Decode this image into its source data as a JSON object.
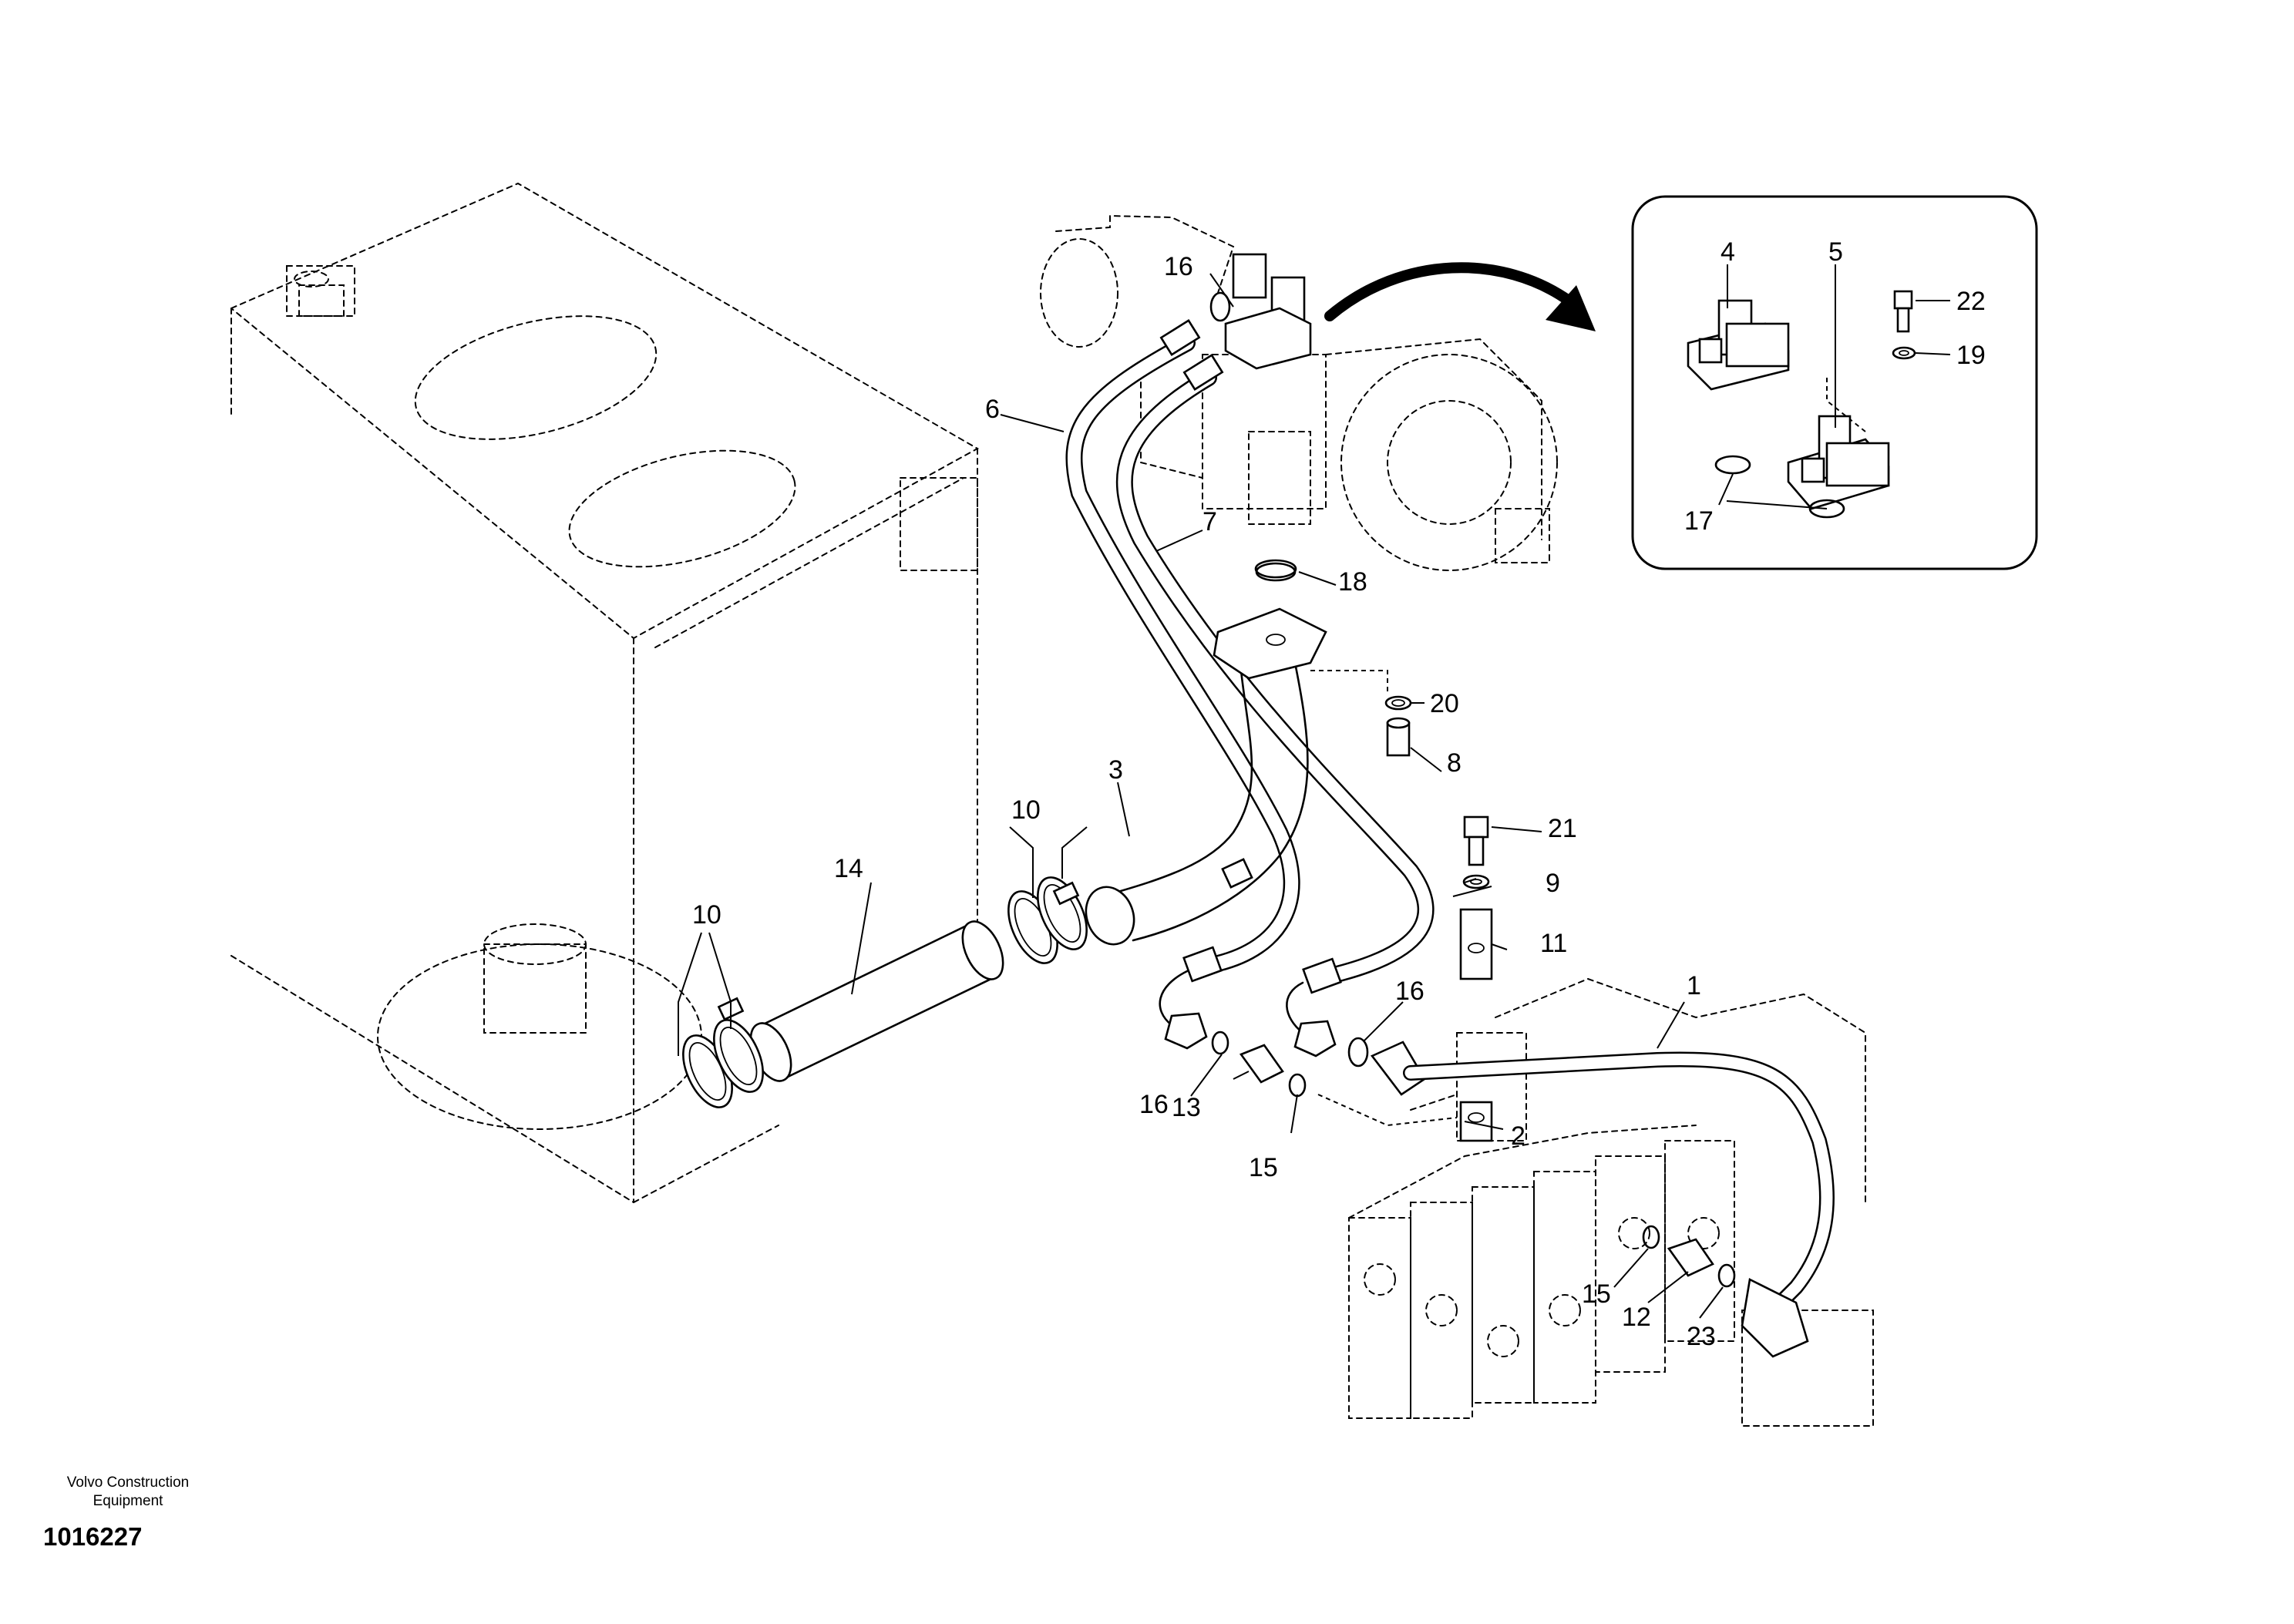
{
  "diagram": {
    "background": "#ffffff",
    "line_color": "#000000",
    "inset_border_color": "#000000"
  },
  "callouts": {
    "p1": "1",
    "p2": "2",
    "p3": "3",
    "p4": "4",
    "p5": "5",
    "p6": "6",
    "p7": "7",
    "p8": "8",
    "p9": "9",
    "p10a": "10",
    "p10b": "10",
    "p11": "11",
    "p12": "12",
    "p13": "13",
    "p14": "14",
    "p15a": "15",
    "p15b": "15",
    "p16a": "16",
    "p16b": "16",
    "p16c": "16",
    "p17": "17",
    "p18": "18",
    "p19": "19",
    "p20": "20",
    "p21": "21",
    "p22": "22",
    "p23": "23"
  },
  "footer": {
    "brand_line1": "Volvo Construction",
    "brand_line2": "Equipment",
    "drawing_number": "1016227"
  }
}
